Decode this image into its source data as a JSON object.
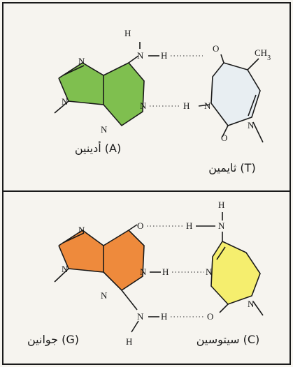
{
  "colors": {
    "adenine": "#7fbf4f",
    "thymine": "#e8eef2",
    "guanine": "#ee8a3c",
    "cytosine": "#f5ee6e",
    "frame": "#1a1a1a",
    "background": "#f6f4ef"
  },
  "pairs": [
    {
      "left_label": "أدينين (A)",
      "right_label": "ثايمين (T)",
      "methyl_label": "CH",
      "methyl_subscript": "3"
    },
    {
      "left_label": "جوانين (G)",
      "right_label": "سيتوسين (C)"
    }
  ],
  "atoms": {
    "nitrogen": "N",
    "hydrogen": "H",
    "oxygen": "O"
  }
}
